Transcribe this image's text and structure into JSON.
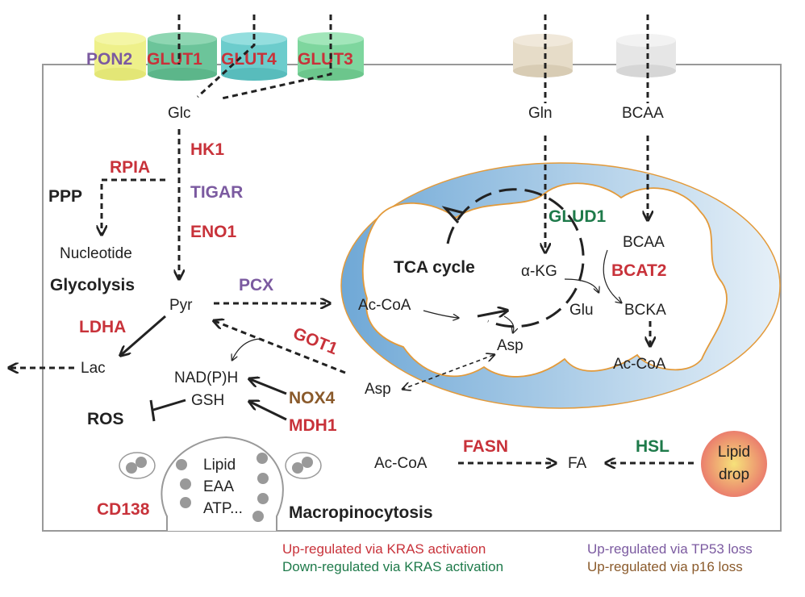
{
  "colors": {
    "kras_up": "#c8323a",
    "kras_down": "#1e7a4a",
    "tp53": "#7b5aa0",
    "p16": "#8a5a2b",
    "text": "#222222",
    "cell_border": "#999999"
  },
  "transporters": {
    "pon2": "PON2",
    "glut1": "GLUT1",
    "glut4": "GLUT4",
    "glut3": "GLUT3"
  },
  "metabolites": {
    "glc": "Glc",
    "gln": "Gln",
    "bcaa_top": "BCAA",
    "nucleotide": "Nucleotide",
    "pyr": "Pyr",
    "lac": "Lac",
    "nadph": "NAD(P)H",
    "gsh": "GSH",
    "asp_out": "Asp",
    "asp_in": "Asp",
    "ac_coa_mito": "Ac-CoA",
    "akg": "α-KG",
    "glu": "Glu",
    "bcaa_mito": "BCAA",
    "bcka": "BCKA",
    "ac_coa_mito2": "Ac-CoA",
    "ac_coa_cyto": "Ac-CoA",
    "fa": "FA",
    "lipid_drop": "Lipid\ndrop",
    "lipid_drop_line1": "Lipid",
    "lipid_drop_line2": "drop",
    "macro_lipid": "Lipid",
    "macro_eaa": "EAA",
    "macro_atp": "ATP..."
  },
  "pathways": {
    "ppp": "PPP",
    "glycolysis": "Glycolysis",
    "tca": "TCA cycle",
    "ros": "ROS",
    "macropinocytosis": "Macropinocytosis"
  },
  "genes": {
    "hk1": "HK1",
    "tigar": "TIGAR",
    "eno1": "ENO1",
    "rpia": "RPIA",
    "ldha": "LDHA",
    "pcx": "PCX",
    "got1": "GOT1",
    "nox4": "NOX4",
    "mdh1": "MDH1",
    "glud1": "GLUD1",
    "bcat2": "BCAT2",
    "fasn": "FASN",
    "hsl": "HSL",
    "cd138": "CD138"
  },
  "legend": {
    "kras_up": "Up-regulated via KRAS activation",
    "kras_down": "Down-regulated via KRAS activation",
    "tp53": "Up-regulated via TP53 loss",
    "p16": "Up-regulated via p16 loss"
  }
}
